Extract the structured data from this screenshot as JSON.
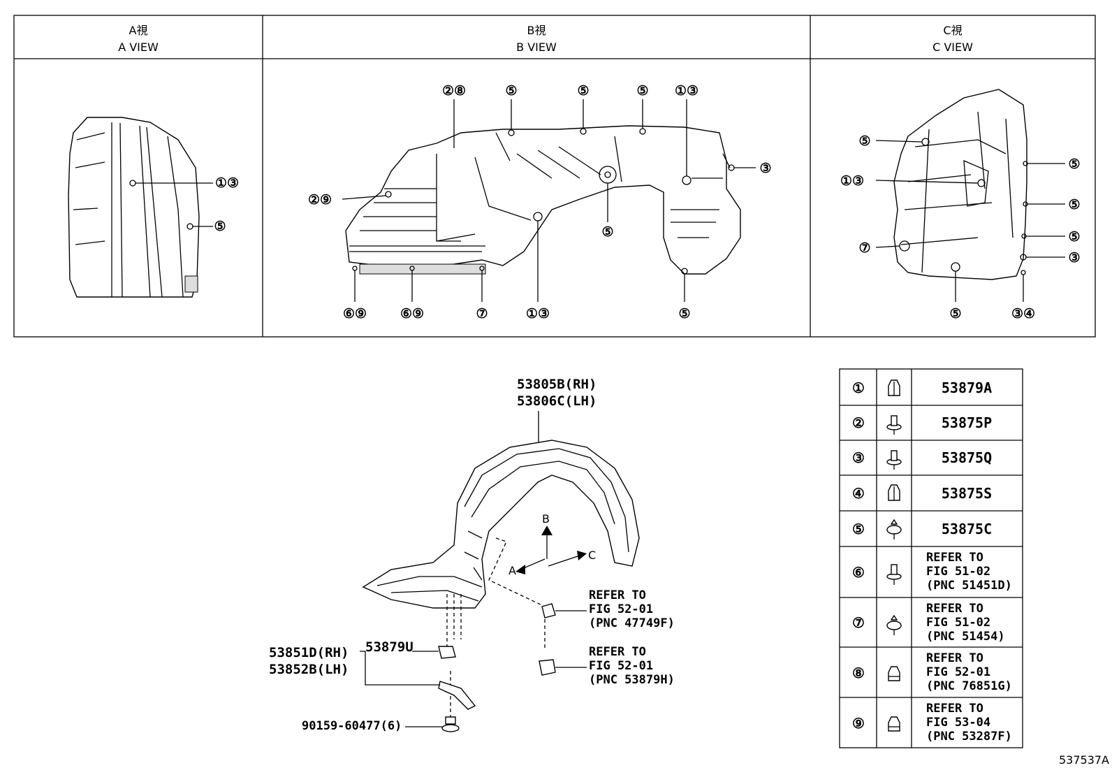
{
  "views": [
    {
      "jp": "A視",
      "en": "A VIEW"
    },
    {
      "jp": "B視",
      "en": "B VIEW"
    },
    {
      "jp": "C視",
      "en": "C VIEW"
    }
  ],
  "callout_numbers": [
    "①",
    "②",
    "③",
    "④",
    "⑤",
    "⑥",
    "⑦",
    "⑧",
    "⑨"
  ],
  "callouts": {
    "a_view": [
      "①③",
      "⑤"
    ],
    "b_view": [
      "②⑧",
      "⑤",
      "⑤",
      "⑤",
      "①③",
      "③",
      "②⑨",
      "⑤",
      "⑥⑨",
      "⑥⑨",
      "⑦",
      "①③",
      "⑤"
    ],
    "c_view": [
      "⑤",
      "①③",
      "⑦",
      "⑤",
      "⑤",
      "⑤",
      "③",
      "⑤",
      "③④"
    ]
  },
  "main": {
    "liner_rh": "53805B(RH)",
    "liner_lh": "53806C(LH)",
    "seal_rh": "53851D(RH)",
    "seal_lh": "53852B(LH)",
    "clip": "53879U",
    "bolt": "90159-60477(6)",
    "dir_a": "A",
    "dir_b": "B",
    "dir_c": "C",
    "ref1": [
      "REFER TO",
      "FIG 52-01",
      "(PNC 47749F)"
    ],
    "ref2": [
      "REFER TO",
      "FIG 52-01",
      "(PNC 53879H)"
    ]
  },
  "legend": [
    {
      "num": "①",
      "part": [
        "53879A"
      ]
    },
    {
      "num": "②",
      "part": [
        "53875P"
      ]
    },
    {
      "num": "③",
      "part": [
        "53875Q"
      ]
    },
    {
      "num": "④",
      "part": [
        "53875S"
      ]
    },
    {
      "num": "⑤",
      "part": [
        "53875C"
      ]
    },
    {
      "num": "⑥",
      "part": [
        "REFER TO",
        "FIG 51-02",
        "(PNC 51451D)"
      ]
    },
    {
      "num": "⑦",
      "part": [
        "REFER TO",
        "FIG 51-02",
        "(PNC 51454)"
      ]
    },
    {
      "num": "⑧",
      "part": [
        "REFER TO",
        "FIG 52-01",
        "(PNC 76851G)"
      ]
    },
    {
      "num": "⑨",
      "part": [
        "REFER TO",
        "FIG 53-04",
        "(PNC 53287F)"
      ]
    }
  ],
  "drawing_id": "537537A"
}
